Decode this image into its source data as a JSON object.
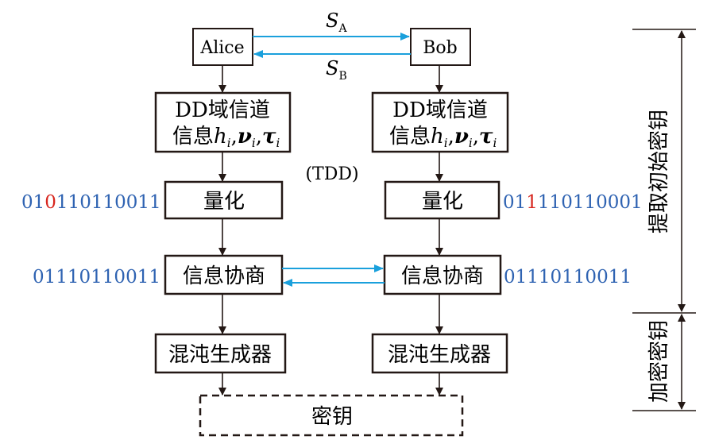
{
  "colors": {
    "line": "#231815",
    "arrow_blue": "#1aa0dc",
    "bits_blue": "#2f63b2",
    "bits_red": "#d7261e"
  },
  "left": {
    "party": "Alice",
    "channel_line1": "DD域信道",
    "channel_line2": "信息",
    "params": [
      "h",
      "i",
      ",",
      "ν",
      "i",
      ",",
      "τ",
      "i"
    ],
    "quant": "量化",
    "recon": "信息协商",
    "chaos": "混沌生成器",
    "bits_quant": [
      "01",
      "0",
      "110110011"
    ],
    "bits_recon": "01110110011"
  },
  "right": {
    "party": "Bob",
    "channel_line1": "DD域信道",
    "channel_line2": "信息",
    "params": [
      "h",
      "i",
      ",",
      "ν",
      "i",
      ",",
      "τ",
      "i"
    ],
    "quant": "量化",
    "recon": "信息协商",
    "chaos": "混沌生成器",
    "bits_quant": [
      "01",
      "1",
      "110110001"
    ],
    "bits_recon": "01110110011"
  },
  "signals": {
    "sa": "S",
    "sa_sub": "A",
    "sb": "S",
    "sb_sub": "B",
    "mode": "(TDD)"
  },
  "key_box": "密钥",
  "brackets": {
    "upper": "提取初始密钥",
    "lower": "加密密钥"
  }
}
